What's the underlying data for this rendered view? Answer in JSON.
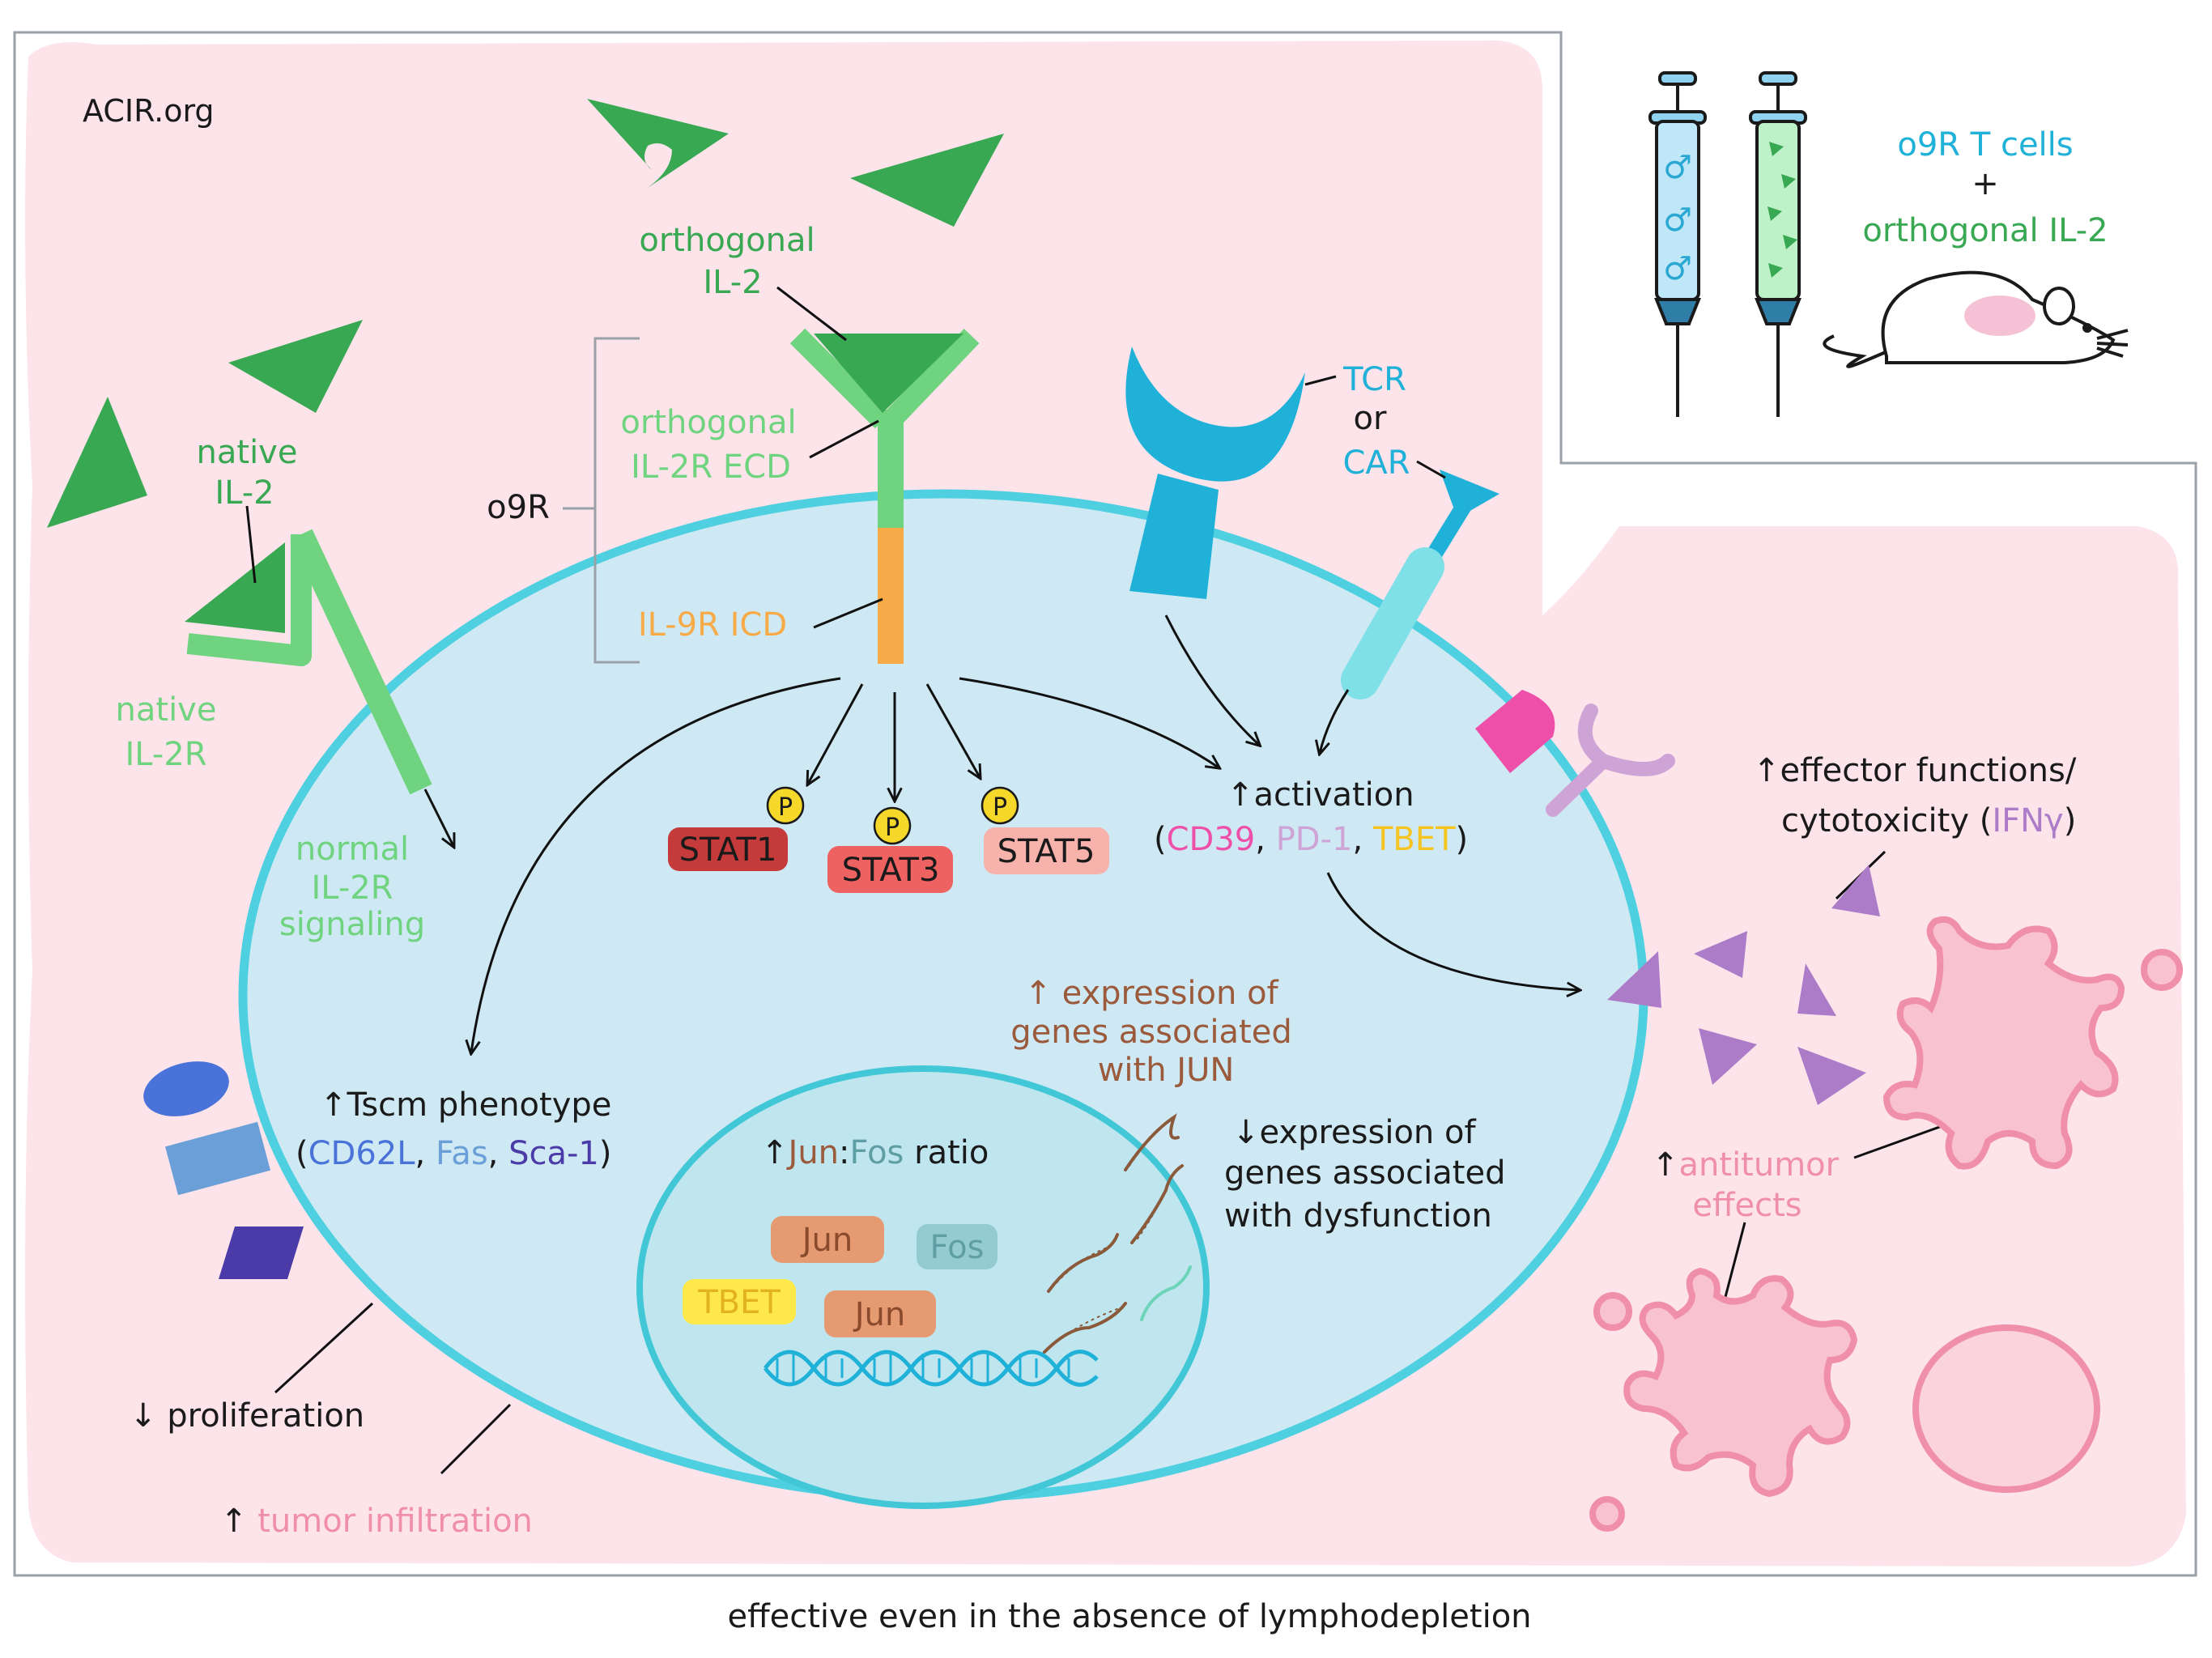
{
  "colors": {
    "pink_bg": "#fde4ea",
    "cell_fill": "#cfe9f4",
    "cell_border": "#4fd0e0",
    "nucleus_fill": "#bfe6ef",
    "nucleus_border": "#42c7d7",
    "dark_green": "#39a853",
    "light_green": "#6fd37f",
    "orange": "#f7aa48",
    "blue": "#1fb1d8",
    "purple": "#ad7cc9",
    "pink": "#f08fa9",
    "stat1": "#c53a3a",
    "stat3": "#ee6262",
    "stat5": "#f7b2ab",
    "phospho": "#f5d82a",
    "jun": "#e69a72",
    "fos": "#93cbd0",
    "tbet": "#ffe84a",
    "cd62l": "#4a73d9",
    "fas": "#6a9fd8",
    "sca1": "#4a3ba8",
    "cd39": "#ee4fa9",
    "pd1": "#cea3d6",
    "jun_text": "#9a5a3b"
  },
  "icons": [
    "orthogonal-il2-triangle-icon",
    "native-il2-triangle-icon",
    "syringe-icon",
    "mouse-icon",
    "tumor-cell-icon",
    "dna-helix-icon",
    "mrna-strand-icon",
    "phosphate-icon"
  ],
  "watermark": "ACIR.org",
  "labels": {
    "orthogonal_il2_1": "orthogonal",
    "orthogonal_il2_2": "IL-2",
    "native_il2_1": "native",
    "native_il2_2": "IL-2",
    "native_il2r_1": "native",
    "native_il2r_2": "IL-2R",
    "o9r": "o9R",
    "orth_ecd_1": "orthogonal",
    "orth_ecd_2": "IL-2R ECD",
    "il9r_icd": "IL-9R ICD",
    "tcr": "TCR",
    "or": "or",
    "car": "CAR",
    "normal_1": "normal",
    "normal_2": "IL-2R",
    "normal_3": "signaling",
    "stat1": "STAT1",
    "stat3": "STAT3",
    "stat5": "STAT5",
    "p": "P",
    "activation": "↑activation",
    "act_open": "(",
    "cd39": "CD39",
    "comma1": ", ",
    "pd1": "PD-1",
    "comma2": ", ",
    "tbet": "TBET",
    "act_close": ")",
    "effector_1": "↑effector functions/",
    "effector_2_a": "cytotoxicity (",
    "ifng": "IFNγ",
    "effector_2_b": ")",
    "jun_expr_1": "↑ expression of",
    "jun_expr_2": "genes associated",
    "jun_expr_3": "with JUN",
    "dys_1": "↓expression of",
    "dys_2": "genes associated",
    "dys_3": "with dysfunction",
    "tscm_1": "↑Tscm phenotype",
    "tscm_open": "(",
    "cd62l": "CD62L",
    "comma3": ", ",
    "fas": "Fas",
    "comma4": ", ",
    "sca1": "Sca-1",
    "tscm_close": ")",
    "ratio_arrow": "↑",
    "ratio_jun": "Jun",
    "ratio_colon": ":",
    "ratio_fos": "Fos",
    "ratio_word": " ratio",
    "jun_box": "Jun",
    "fos_box": "Fos",
    "tbet_box": "TBET",
    "jun_box_2": "Jun",
    "proliferation": "↓ proliferation",
    "tumor_arrow": "↑ ",
    "tumor_infiltration": "tumor infiltration",
    "antitumor_arrow": "↑",
    "antitumor_1": "antitumor",
    "antitumor_2": "effects",
    "inset_o9r": "o9R T cells",
    "inset_plus": "+",
    "inset_orth": "orthogonal IL-2",
    "footer": "effective even in the absence of lymphodepletion"
  }
}
